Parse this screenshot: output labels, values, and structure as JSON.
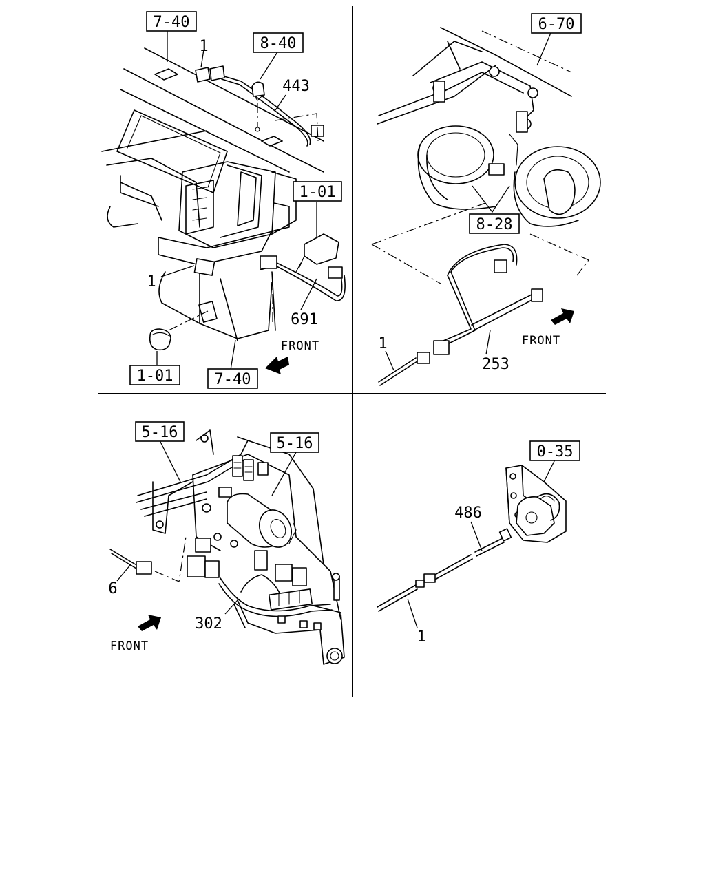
{
  "panels": {
    "top_left": {
      "refs": [
        "7-40",
        "8-40",
        "1-01",
        "1-01",
        "7-40"
      ],
      "parts": [
        "1",
        "443",
        "1",
        "691"
      ],
      "front": "FRONT"
    },
    "top_right": {
      "refs": [
        "6-70",
        "8-28"
      ],
      "parts": [
        "1",
        "253"
      ],
      "front": "FRONT"
    },
    "bottom_left": {
      "refs": [
        "5-16",
        "5-16"
      ],
      "parts": [
        "6",
        "302"
      ],
      "front": "FRONT"
    },
    "bottom_right": {
      "refs": [
        "0-35"
      ],
      "parts": [
        "486",
        "1"
      ]
    }
  }
}
